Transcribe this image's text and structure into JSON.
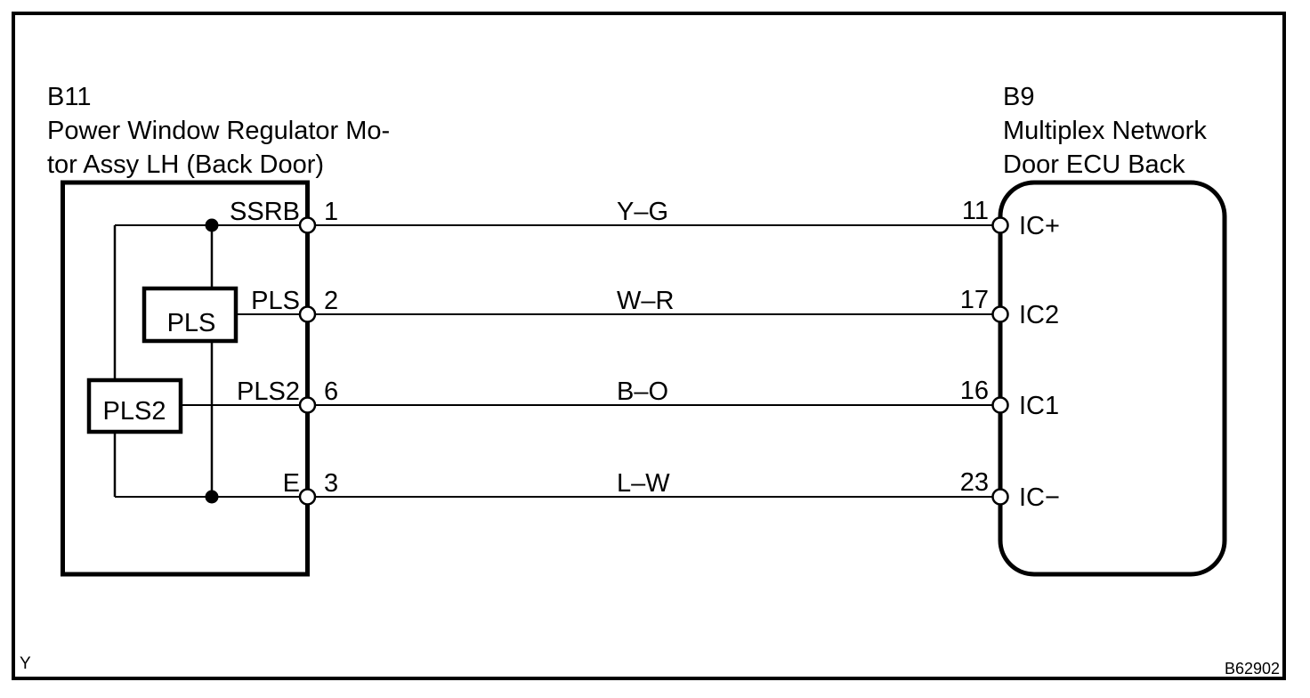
{
  "diagram": {
    "colors": {
      "line": "#000000",
      "background": "#ffffff"
    },
    "left_component": {
      "id": "B11",
      "name_lines": [
        "Power Window Regulator Mo-",
        "tor Assy LH (Back Door)"
      ],
      "internal_blocks": [
        "PLS",
        "PLS2"
      ],
      "pins": [
        {
          "label": "SSRB",
          "terminal": "1"
        },
        {
          "label": "PLS",
          "terminal": "2"
        },
        {
          "label": "PLS2",
          "terminal": "6"
        },
        {
          "label": "E",
          "terminal": "3"
        }
      ]
    },
    "right_component": {
      "id": "B9",
      "name_lines": [
        "Multiplex Network",
        "Door ECU Back"
      ],
      "pins": [
        {
          "terminal": "11",
          "label": "IC+"
        },
        {
          "terminal": "17",
          "label": "IC2"
        },
        {
          "terminal": "16",
          "label": "IC1"
        },
        {
          "terminal": "23",
          "label": "IC−"
        }
      ]
    },
    "wires": [
      {
        "color": "Y–G",
        "from_terminal": "1",
        "to_terminal": "11"
      },
      {
        "color": "W–R",
        "from_terminal": "2",
        "to_terminal": "17"
      },
      {
        "color": "B–O",
        "from_terminal": "6",
        "to_terminal": "16"
      },
      {
        "color": "L–W",
        "from_terminal": "3",
        "to_terminal": "23"
      }
    ],
    "footer": {
      "left_code": "Y",
      "figure_code": "B62902"
    }
  }
}
